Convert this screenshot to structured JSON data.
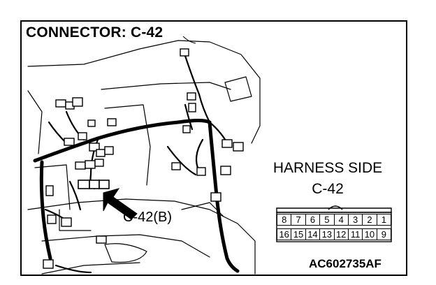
{
  "diagram": {
    "title": "CONNECTOR: C-42",
    "harness_side_label": "HARNESS SIDE",
    "harness_connector_id": "C-42",
    "callout_label": "C-42(B)",
    "figure_code": "AC602735AF",
    "connector_pins": {
      "top_row": [
        "8",
        "7",
        "6",
        "5",
        "4",
        "3",
        "2",
        "1"
      ],
      "bottom_row": [
        "16",
        "15",
        "14",
        "13",
        "12",
        "11",
        "10",
        "9"
      ]
    }
  }
}
